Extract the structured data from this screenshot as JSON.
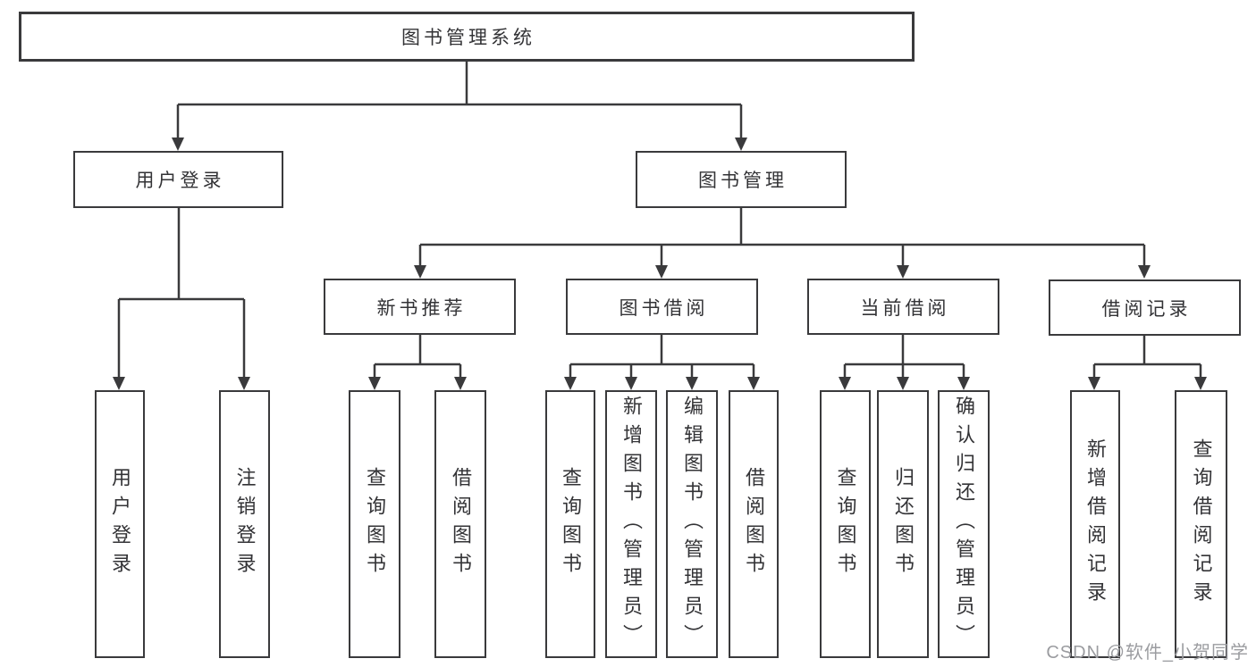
{
  "diagram": {
    "title": "图书管理系统",
    "level2": [
      {
        "label": "用户登录"
      },
      {
        "label": "图书管理"
      }
    ],
    "level3": [
      {
        "label": "新书推荐"
      },
      {
        "label": "图书借阅"
      },
      {
        "label": "当前借阅"
      },
      {
        "label": "借阅记录"
      }
    ],
    "leaves": [
      {
        "label": "用户登录"
      },
      {
        "label": "注销登录"
      },
      {
        "label": "查询图书"
      },
      {
        "label": "借阅图书"
      },
      {
        "label": "查询图书"
      },
      {
        "label": "新增图书（管理员）"
      },
      {
        "label": "编辑图书（管理员）"
      },
      {
        "label": "借阅图书"
      },
      {
        "label": "查询图书"
      },
      {
        "label": "归还图书"
      },
      {
        "label": "确认归还（管理员）"
      },
      {
        "label": "新增借阅记录"
      },
      {
        "label": "查询借阅记录"
      }
    ],
    "watermark": "CSDN @软件_小贺同学",
    "colors": {
      "line": "#3a3a3c",
      "text": "#333336",
      "watermark": "#9b9ca0",
      "background": "#ffffff"
    }
  }
}
